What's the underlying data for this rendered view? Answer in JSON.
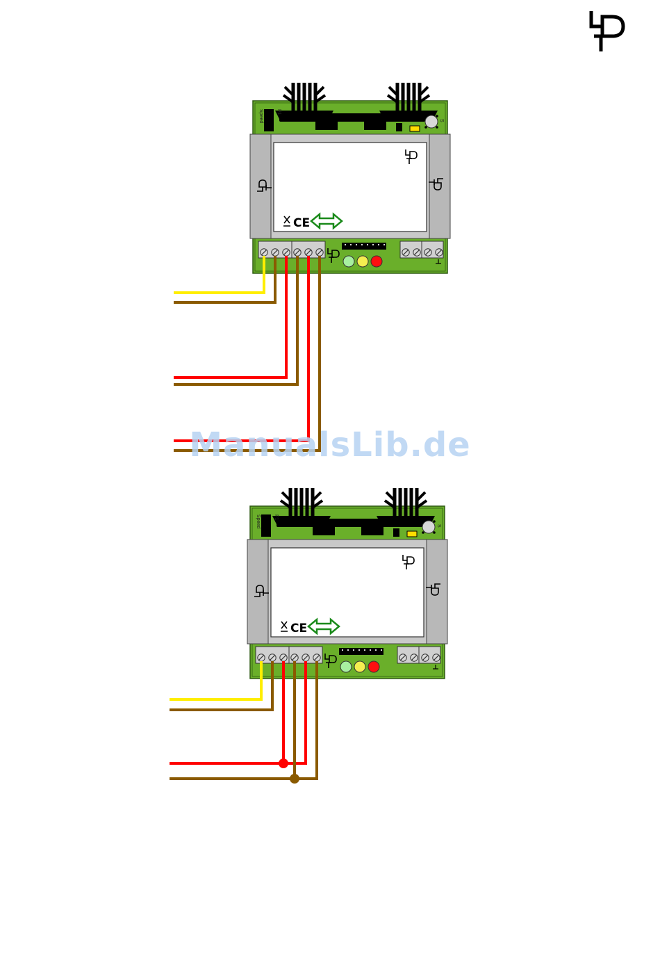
{
  "watermark": "ManualsLib.de",
  "colors": {
    "pcb": "#6aaf2a",
    "pcb_border": "#2f5a12",
    "housing": "#c9c9c9",
    "housing_dark": "#9b9b9b",
    "wire_yellow": "#ffee00",
    "wire_brown": "#8a5a00",
    "wire_red": "#ff0000",
    "led_green": "#a8f0a0",
    "led_yellow": "#f4ee50",
    "led_red": "#ff1010",
    "ce_green": "#1a8a1a"
  },
  "modules": [
    {
      "name": "module-upper",
      "board_labels": {
        "speed": "Speed",
        "p1": "P1",
        "s": "S"
      }
    },
    {
      "name": "module-lower",
      "board_labels": {
        "speed": "Speed",
        "p1": "P1",
        "s": "S"
      }
    }
  ],
  "ce_mark": "CE"
}
